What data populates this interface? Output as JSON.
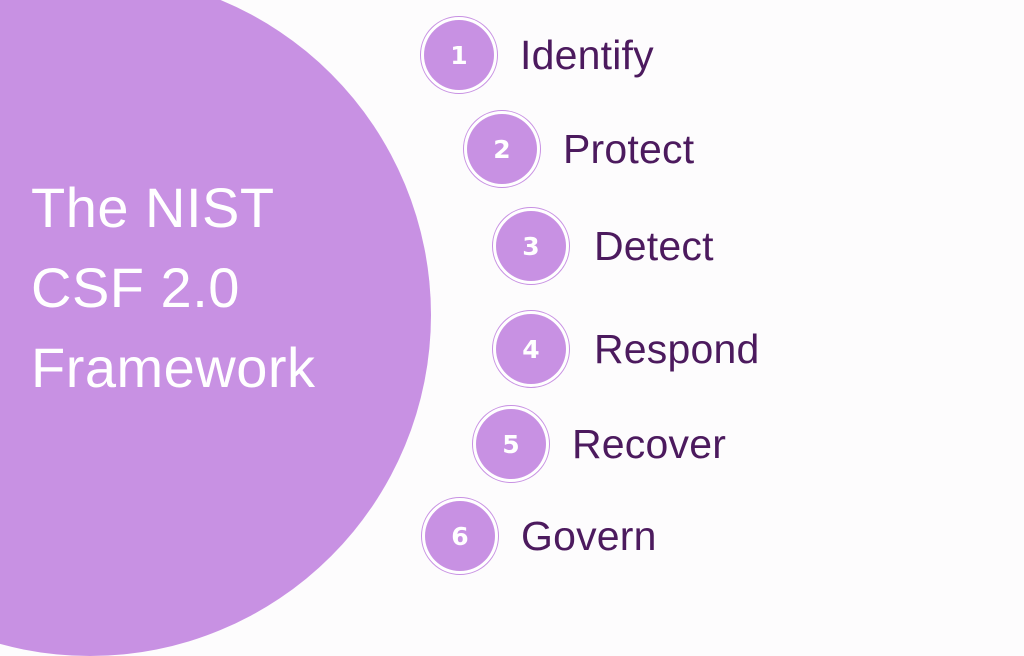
{
  "colors": {
    "background": "#fdfcfd",
    "accent_circle": "#c891e3",
    "label_text": "#4c1a5e",
    "title_text": "#ffffff"
  },
  "title": {
    "lines": [
      "The NIST",
      "CSF 2.0",
      "Framework"
    ]
  },
  "steps": [
    {
      "number": "1",
      "label": "Identify"
    },
    {
      "number": "2",
      "label": "Protect"
    },
    {
      "number": "3",
      "label": "Detect"
    },
    {
      "number": "4",
      "label": "Respond"
    },
    {
      "number": "5",
      "label": "Recover"
    },
    {
      "number": "6",
      "label": "Govern"
    }
  ]
}
